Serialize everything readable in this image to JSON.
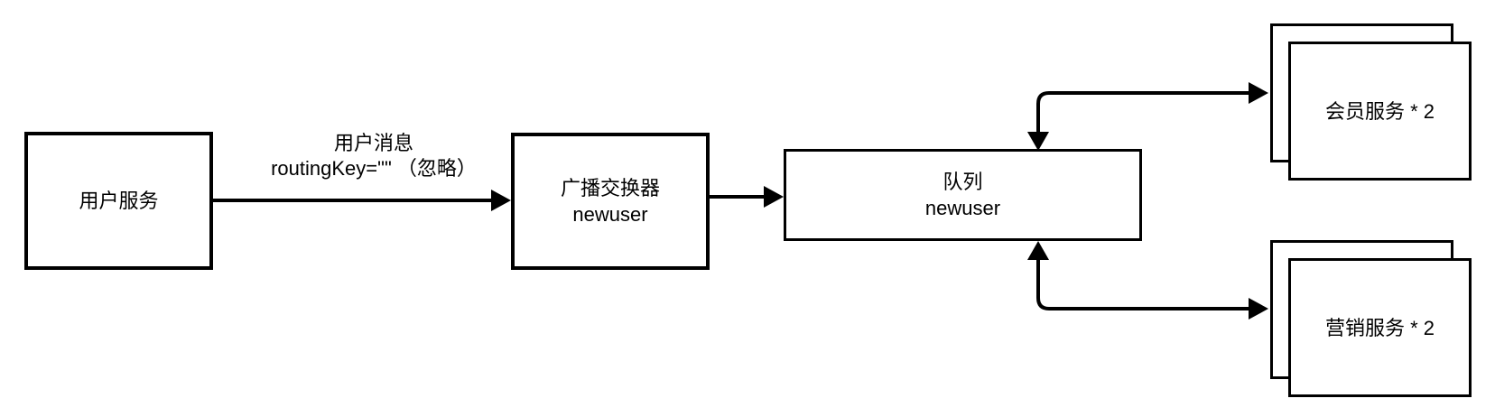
{
  "colors": {
    "stroke": "#000000",
    "background": "#ffffff",
    "node-fill": "#ffffff",
    "text": "#000000"
  },
  "nodes": {
    "user_service": {
      "label": "用户服务"
    },
    "exchange": {
      "line1": "广播交换器",
      "line2": "newuser"
    },
    "queue": {
      "line1": "队列",
      "line2": "newuser"
    },
    "member_service": {
      "label": "会员服务 * 2"
    },
    "marketing_service": {
      "label": "营销服务 * 2"
    }
  },
  "edges": {
    "user_to_exchange": {
      "label_line1": "用户消息",
      "label_line2": "routingKey=\"\" （忽略）"
    }
  }
}
